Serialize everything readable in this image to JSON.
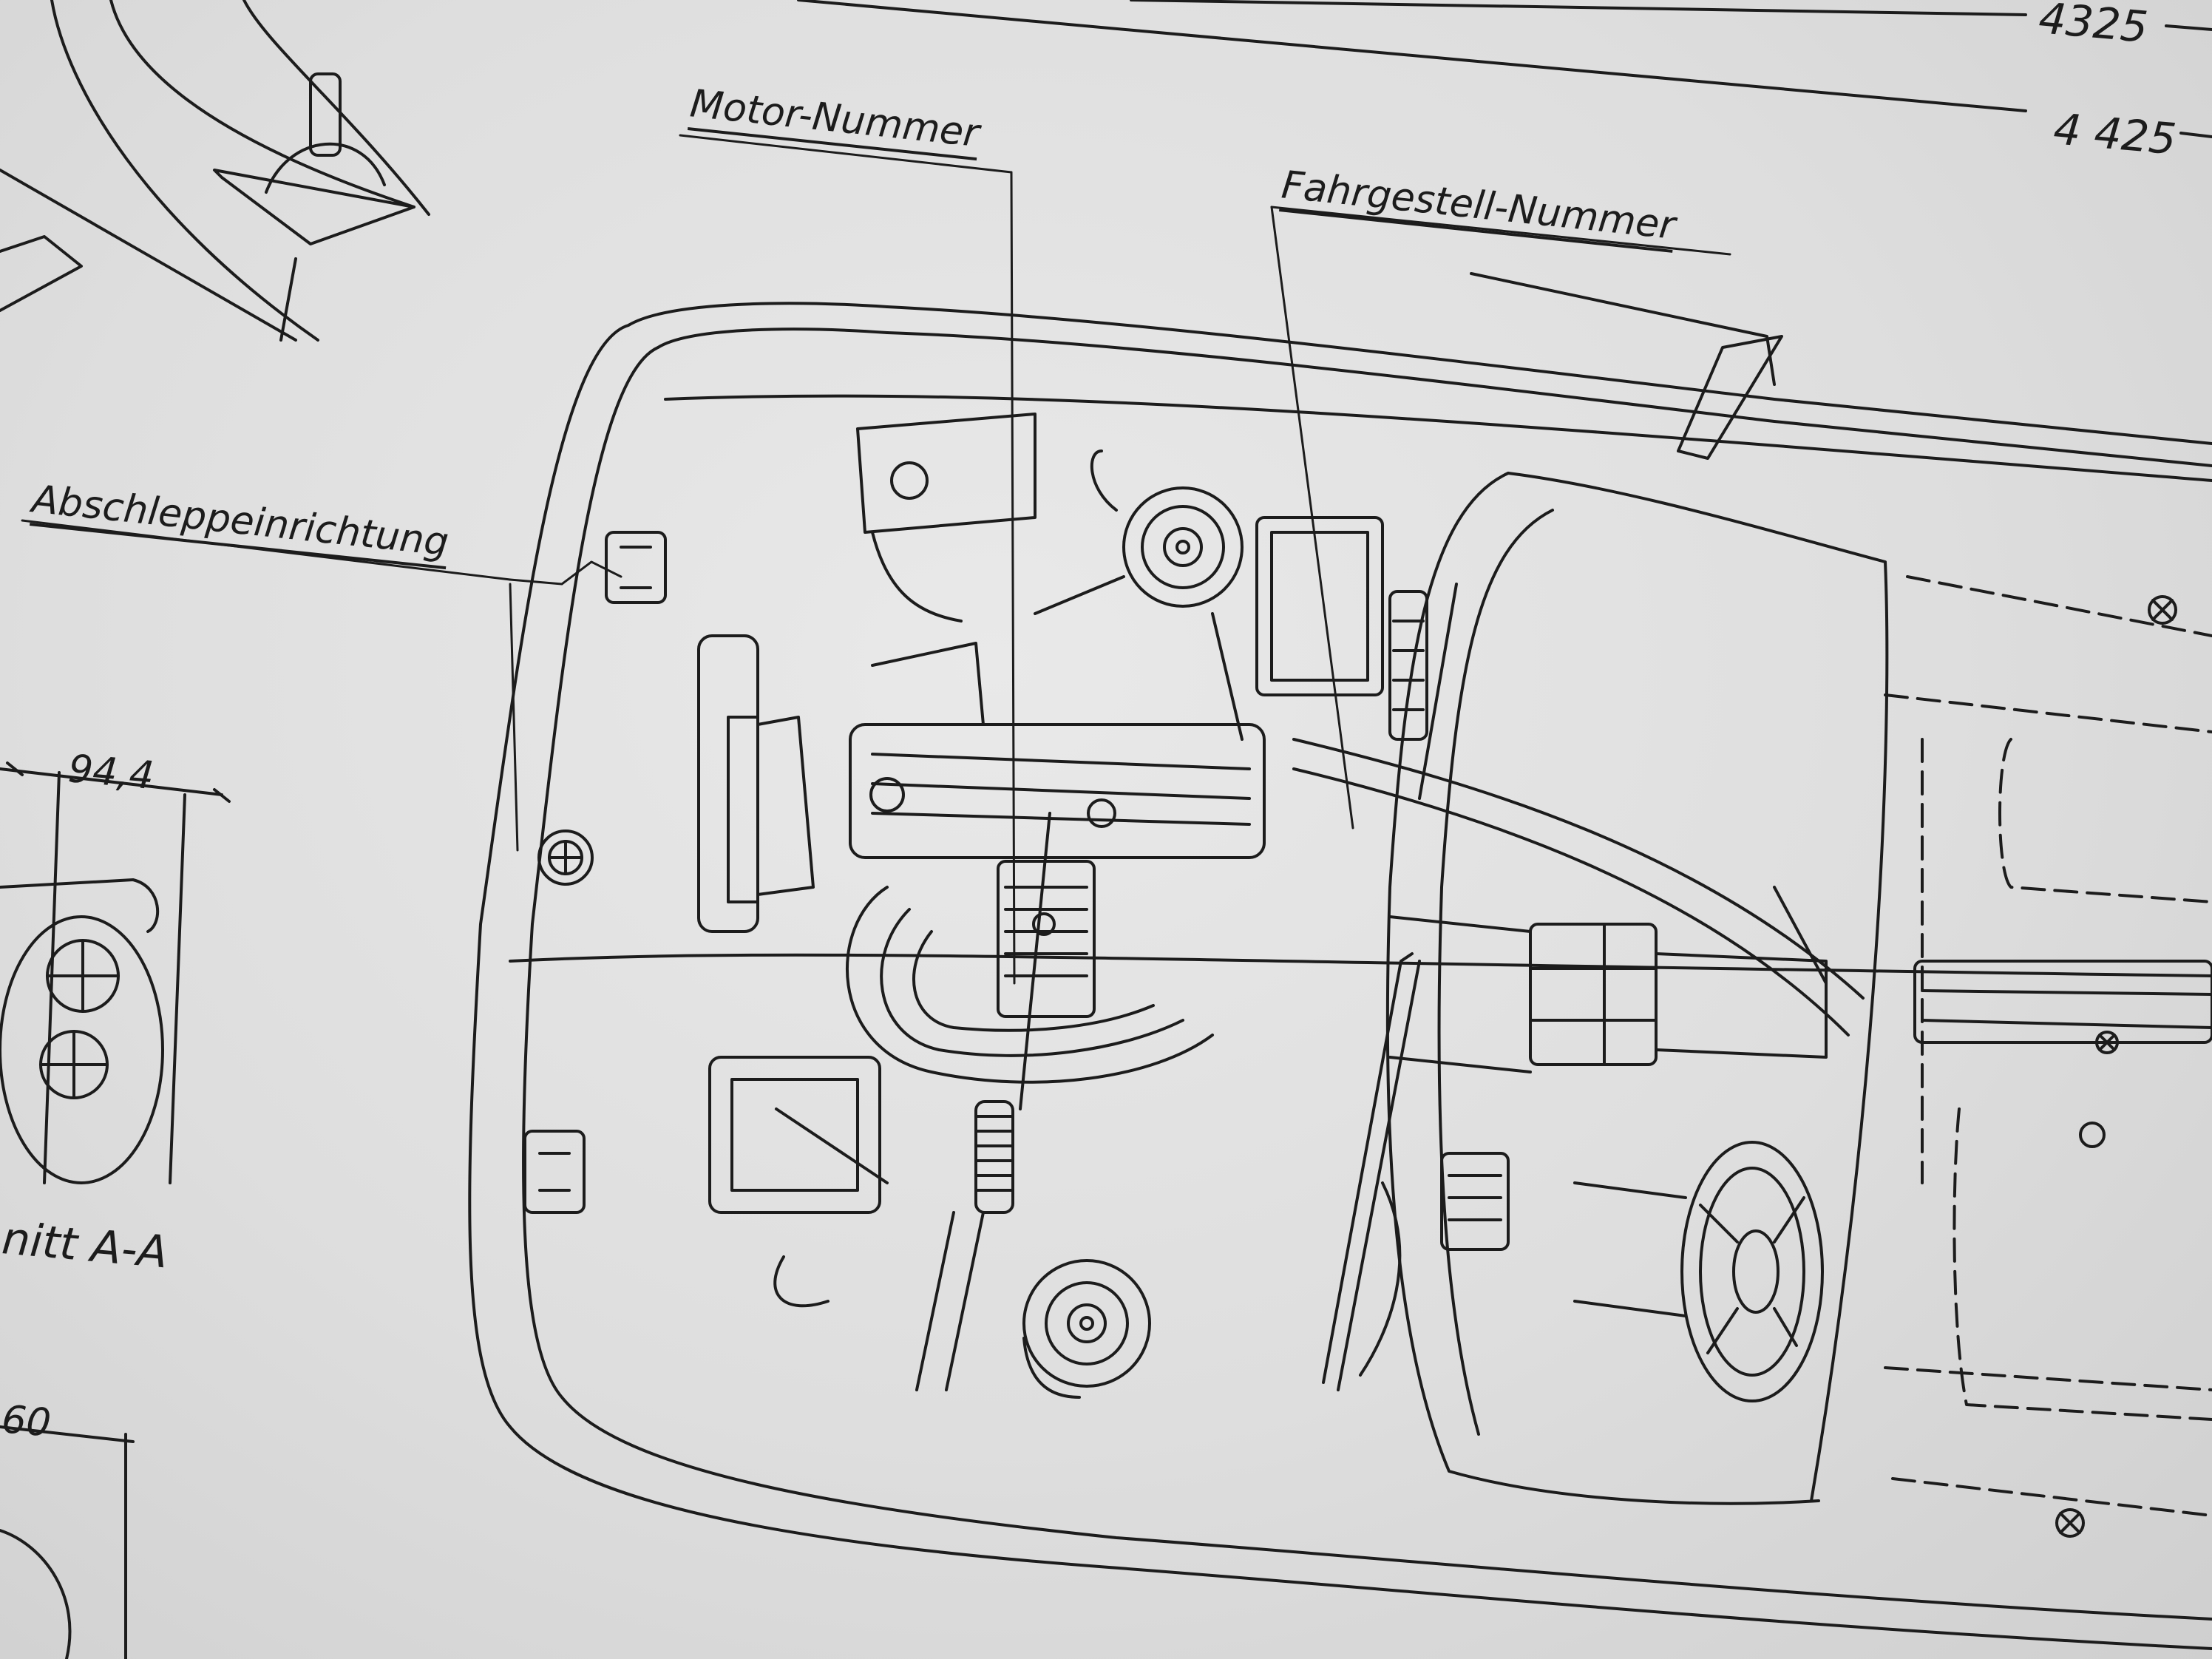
{
  "labels": {
    "motor_nummer": "Motor-Nummer",
    "fahrgestell_nummer": "Fahrgestell-Nummer",
    "abschleppeinrichtung": "Abschleppeinrichtung",
    "schnitt": "nitt A-A"
  },
  "dimensions": {
    "top_1": "4325",
    "top_2": "4 425",
    "left_1": "94,4",
    "left_2": "60"
  },
  "colors": {
    "ink": "#1c1c1c",
    "paper": "#e2e2e2"
  }
}
